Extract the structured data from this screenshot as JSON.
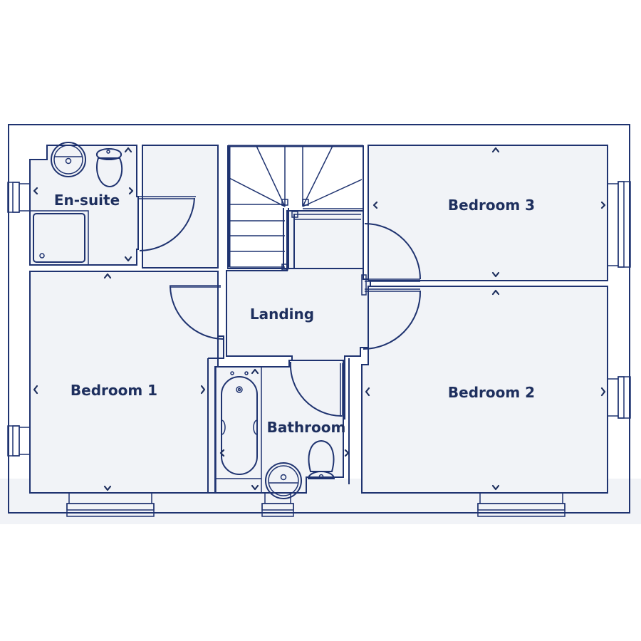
{
  "floorplan": {
    "colors": {
      "line": "#1f3370",
      "room_fill": "#f1f3f7",
      "label": "#1e2f5e",
      "background": "#ffffff"
    },
    "rooms": [
      {
        "id": "ensuite",
        "label": "En-suite"
      },
      {
        "id": "landing",
        "label": "Landing"
      },
      {
        "id": "bedroom1",
        "label": "Bedroom 1"
      },
      {
        "id": "bedroom2",
        "label": "Bedroom 2"
      },
      {
        "id": "bedroom3",
        "label": "Bedroom 3"
      },
      {
        "id": "bathroom",
        "label": "Bathroom"
      }
    ],
    "fixtures": [
      "staircase",
      "shower-tray",
      "washbasin",
      "toilet",
      "bathtub"
    ],
    "symbols": [
      "dimension-chevron",
      "window",
      "door-swing"
    ]
  }
}
